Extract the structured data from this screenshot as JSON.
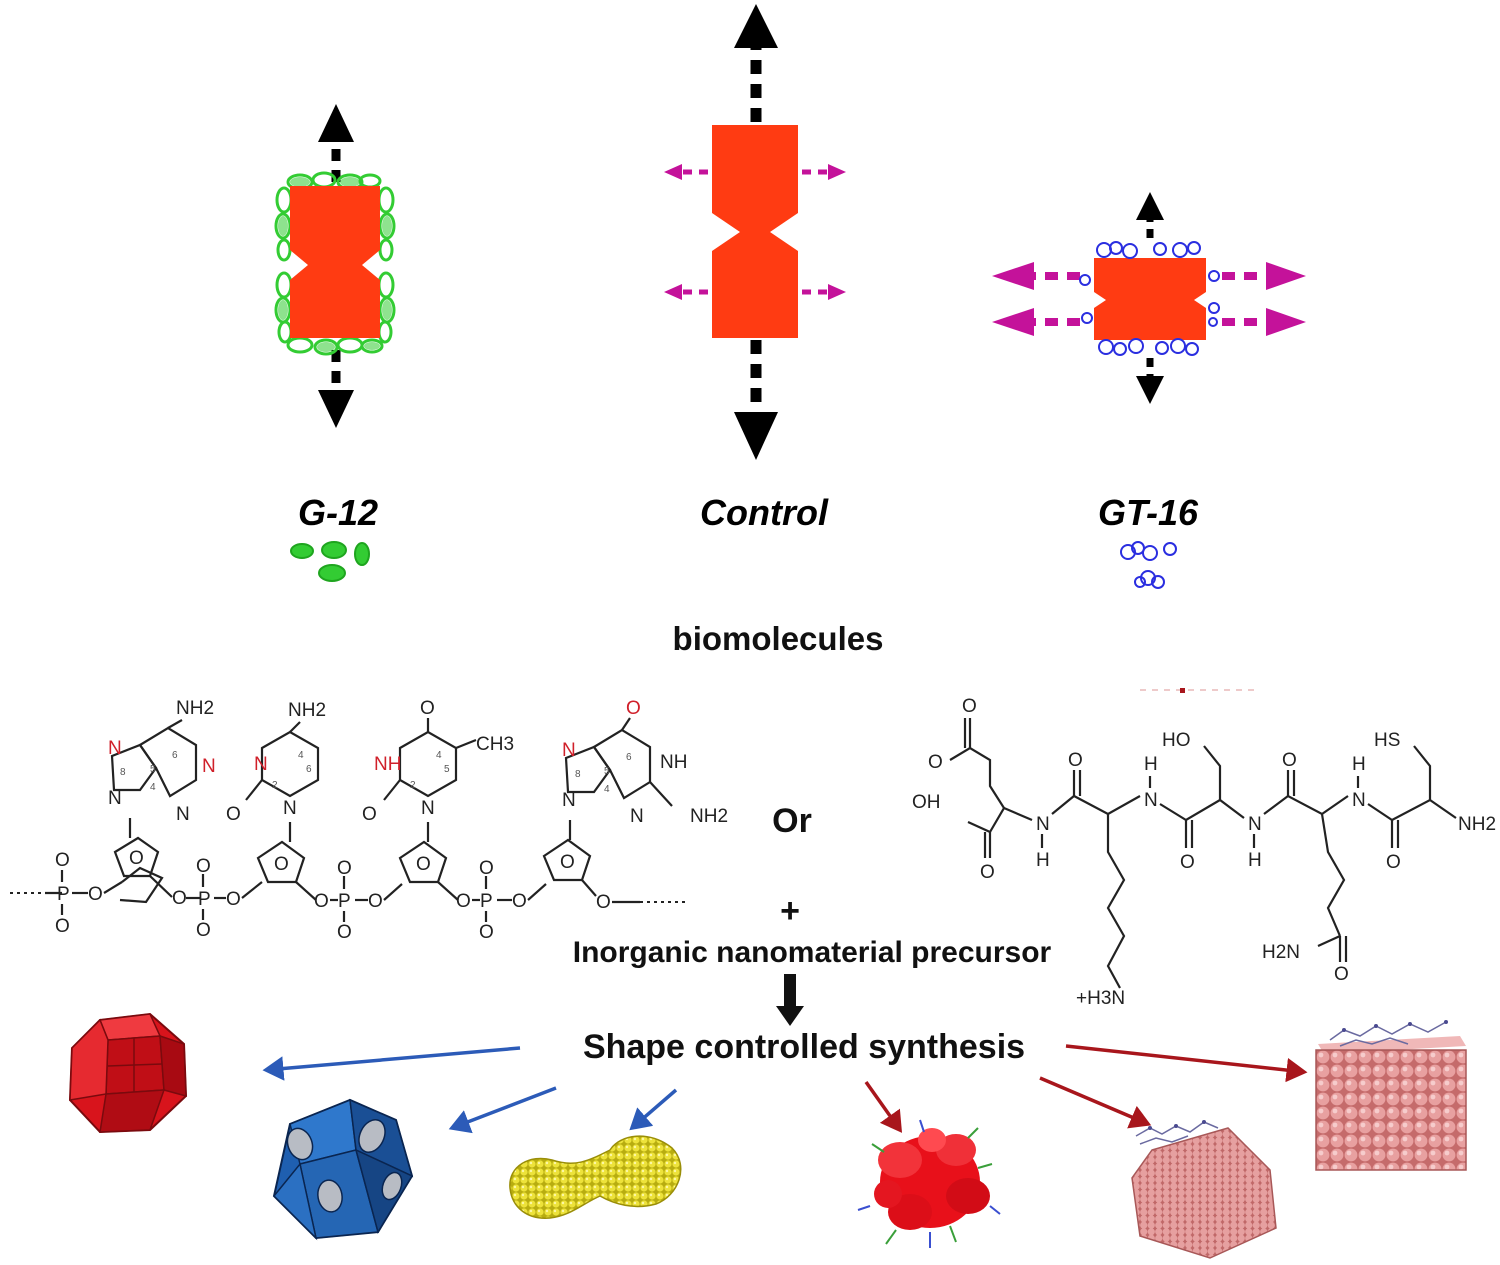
{
  "labels": {
    "left": "G-12",
    "center": "Control",
    "right": "GT-16"
  },
  "heading": "biomolecules",
  "or_text": "Or",
  "plus_text": "+",
  "precursor_text": "Inorganic nanomaterial precursor",
  "synthesis_text": "Shape controlled synthesis",
  "atoms": {
    "nh2": "NH2",
    "n": "N",
    "nh": "NH",
    "o": "O",
    "ch3": "CH3",
    "p": "P",
    "o_minus": "O",
    "oh": "OH",
    "ho": "HO",
    "hs": "HS",
    "h": "H",
    "h2n": "H2N",
    "h3n": "+H3N"
  },
  "colors": {
    "crystal_orange": "#ff3b12",
    "g12_green": "#33cc33",
    "gt16_blue": "#2a2ee0",
    "lateral_arrow_magenta": "#c4129a",
    "blue_arrow": "#2c5bb8",
    "red_arrow": "#a8161c",
    "octahedron_red": "#d8141c",
    "icosahedron_blue": "#1f5fb0",
    "rod_yellow": "#e2d818",
    "cluster_red": "#e8101a",
    "lattice_pink": "#d98080"
  }
}
